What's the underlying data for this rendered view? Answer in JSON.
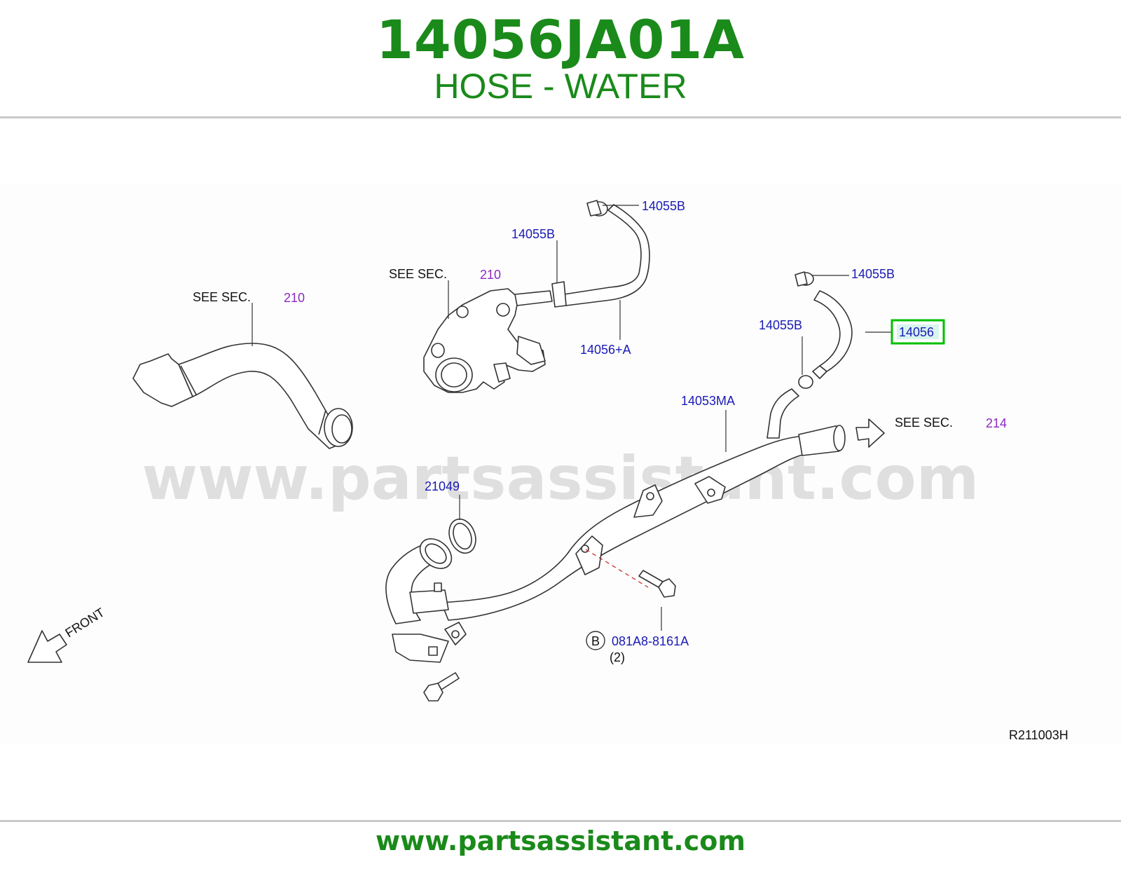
{
  "header": {
    "part_number": "14056JA01A",
    "part_name": "HOSE - WATER"
  },
  "footer": {
    "url": "www.partsassistant.com"
  },
  "watermark": "www.partsassistant.com",
  "colors": {
    "title_green": "#1a8a1a",
    "label_blue": "#1a1ab5",
    "section_purple": "#8a2ac0",
    "highlight_green": "#00c000"
  },
  "labels": {
    "clamp_top": "14055B",
    "clamp_mid": "14055B",
    "clamp_right_top": "14055B",
    "clamp_right_low": "14055B",
    "hose_a": "14056+A",
    "hose_selected": "14056",
    "pipe": "14053MA",
    "gasket": "21049",
    "bolt": "081A8-8161A",
    "bolt_marker": "B",
    "bolt_qty": "(2)",
    "drawing_code": "R211003H"
  },
  "see_sections": [
    {
      "text": "SEE SEC.",
      "number": "210"
    },
    {
      "text": "SEE SEC.",
      "number": "210"
    },
    {
      "text": "SEE SEC.",
      "number": "214"
    }
  ],
  "front_label": "FRONT"
}
